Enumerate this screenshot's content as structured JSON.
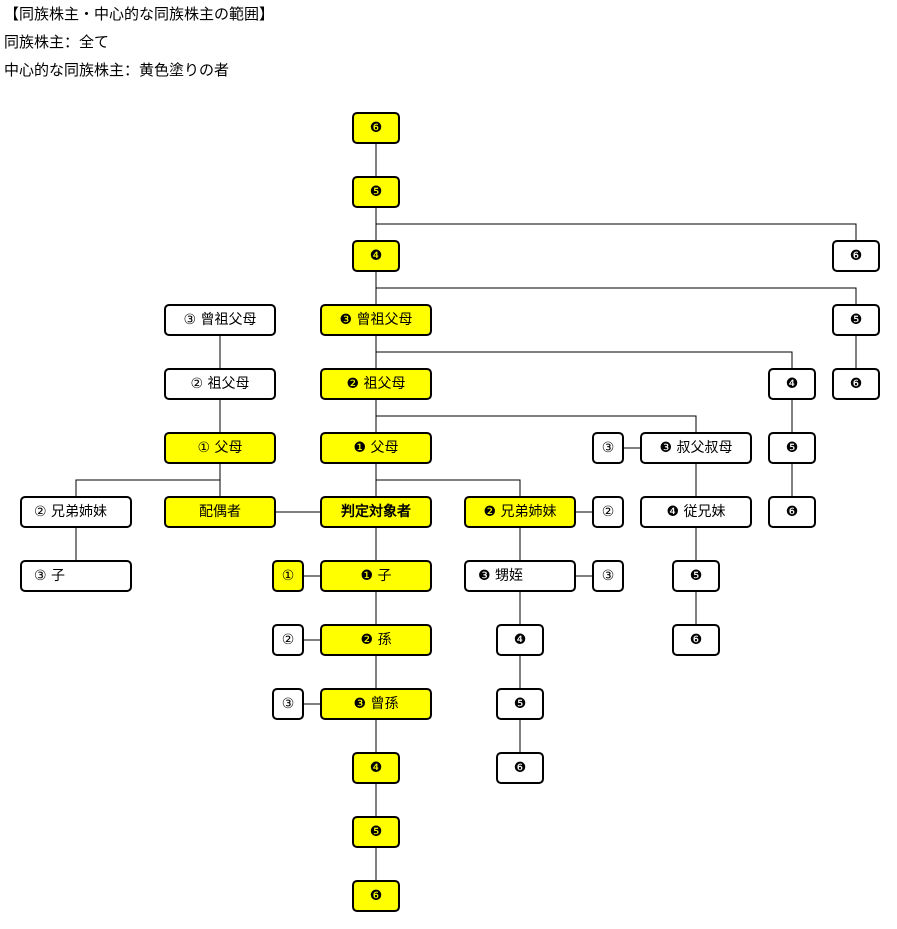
{
  "header": {
    "title": "【同族株主・中心的な同族株主の範囲】",
    "line1": "同族株主：全て",
    "line2": "中心的な同族株主：黄色塗りの者"
  },
  "colors": {
    "highlight": "#ffff00",
    "box_fill": "#ffffff",
    "border": "#000000"
  },
  "nodes": {
    "anc6": "❻",
    "anc5": "❺",
    "anc4": "❹",
    "great_grandparents": "❸ 曾祖父母",
    "grandparents": "❷ 祖父母",
    "parents": "❶ 父母",
    "subject": "判定対象者",
    "child": "❶ 子",
    "grandchild": "❷ 孫",
    "great_grandchild": "❸ 曾孫",
    "desc4": "❹",
    "desc5": "❺",
    "desc6": "❻",
    "spouse": "配偶者",
    "sp_great_grandparents": "③ 曾祖父母",
    "sp_grandparents": "② 祖父母",
    "sp_parents": "① 父母",
    "sp_siblings": "② 兄弟姉妹",
    "sp_sibling_child": "③ 子",
    "siblings": "❷ 兄弟姉妹",
    "sibling_spouse": "②",
    "nephew_niece": "❸ 甥姪",
    "nephew_spouse": "③",
    "nephew_desc4": "❹",
    "nephew_desc5": "❺",
    "nephew_desc6": "❻",
    "uncle_aunt": "❸ 叔父叔母",
    "uncle_spouse": "③",
    "cousins": "❹ 従兄妹",
    "cousin_desc5": "❺",
    "cousin_desc6": "❻",
    "gu4": "❹",
    "gu5": "❺",
    "gu6": "❻",
    "ggu5": "❺",
    "ggu6": "❻",
    "gggu6": "❻",
    "child_spouse": "①",
    "grandchild_spouse": "②",
    "great_grandchild_spouse": "③"
  }
}
